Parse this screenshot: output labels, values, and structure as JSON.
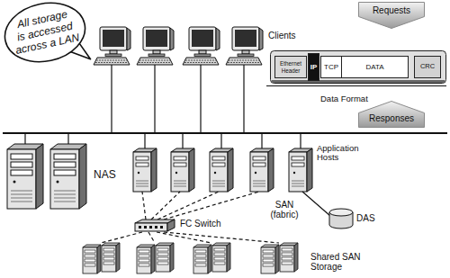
{
  "diagram": {
    "nodes": [
      {
        "text": [
          "All storage is accessed across a LAN"
        ]
      },
      {
        "text": [
          "Requests"
        ]
      },
      {
        "text": [
          "Data Format"
        ]
      },
      {
        "text": [
          "Ethernet Header"
        ],
        "in": 2
      },
      {
        "text": [
          "IP"
        ],
        "in": 2
      },
      {
        "text": [
          "TCP"
        ],
        "in": 2
      },
      {
        "text": [
          "DATA"
        ],
        "in": 2
      },
      {
        "text": [
          "CRC"
        ],
        "in": 2
      },
      {
        "text": [
          "Responses"
        ]
      }
    ],
    "labels": [
      "Clients",
      "NAS",
      "Application Hosts",
      "DAS",
      "FC Switch",
      "SAN (fabric)",
      "Shared SAN Storage"
    ]
  }
}
